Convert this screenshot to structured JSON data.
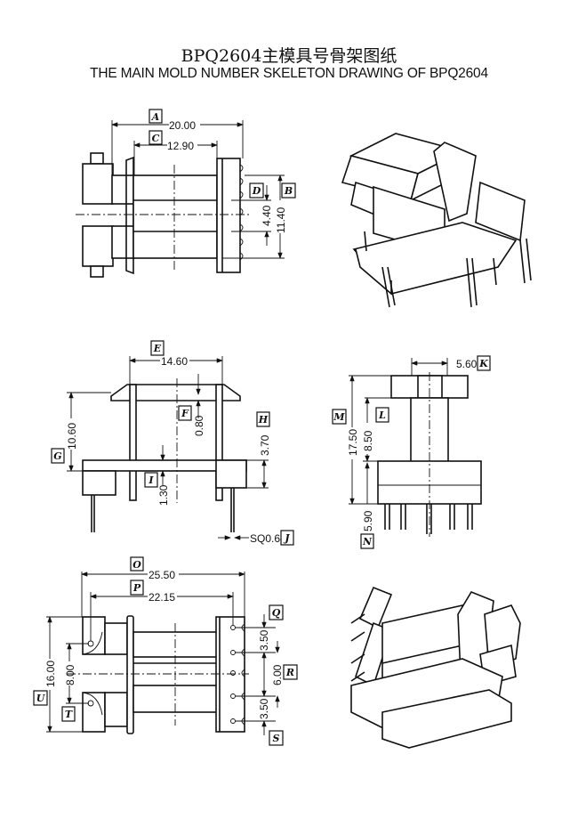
{
  "title_cn": "BPQ2604主模具号骨架图纸",
  "title_en": "THE MAIN MOLD NUMBER SKELETON DRAWING OF BPQ2604",
  "top_view": {
    "A": {
      "label": "A",
      "value": "20.00"
    },
    "B": {
      "label": "B",
      "value": "11.40"
    },
    "C": {
      "label": "C",
      "value": "12.90"
    },
    "D": {
      "label": "D",
      "value": "4.40"
    }
  },
  "side_view": {
    "E": {
      "label": "E",
      "value": "14.60"
    },
    "F": {
      "label": "F",
      "value": "0.80"
    },
    "G": {
      "label": "G",
      "value": "10.60"
    },
    "H": {
      "label": "H",
      "value": "3.70"
    },
    "I": {
      "label": "I",
      "value": "1.30"
    },
    "J": {
      "label": "J",
      "value": "SQ0.64"
    }
  },
  "front_view": {
    "K": {
      "label": "K",
      "value": "5.60"
    },
    "L": {
      "label": "L",
      "value": "8.50"
    },
    "M": {
      "label": "M",
      "value": "17.50"
    },
    "N": {
      "label": "N",
      "value": "5.90"
    }
  },
  "bottom_view": {
    "O": {
      "label": "O",
      "value": "25.50"
    },
    "P": {
      "label": "P",
      "value": "22.15"
    },
    "Q": {
      "label": "Q",
      "value": "3.50"
    },
    "R": {
      "label": "R",
      "value": "6.00"
    },
    "S": {
      "label": "S",
      "value": "3.50"
    },
    "T": {
      "label": "T",
      "value": "8.00"
    },
    "U": {
      "label": "U",
      "value": "16.00"
    }
  }
}
